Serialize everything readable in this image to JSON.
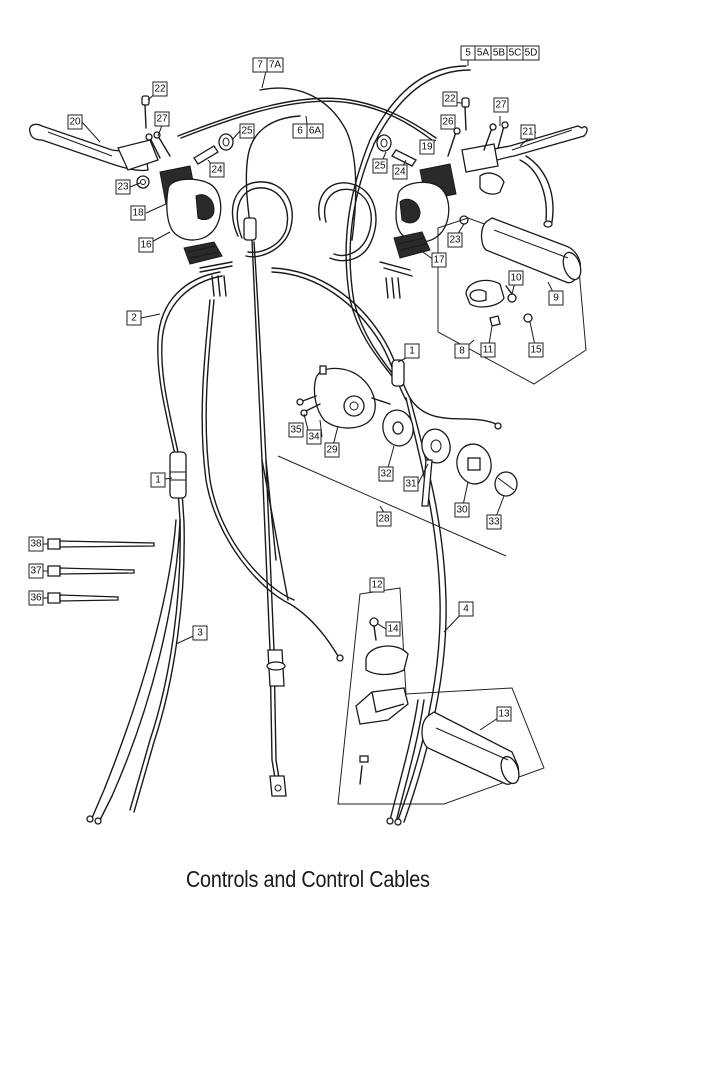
{
  "caption": "Controls and Control Cables",
  "callouts": [
    {
      "id": "c1",
      "text": "1"
    },
    {
      "id": "c1b",
      "text": "1"
    },
    {
      "id": "c2",
      "text": "2"
    },
    {
      "id": "c3",
      "text": "3"
    },
    {
      "id": "c4",
      "text": "4"
    },
    {
      "id": "c5",
      "text": "5"
    },
    {
      "id": "c5a",
      "text": "5A"
    },
    {
      "id": "c5b",
      "text": "5B"
    },
    {
      "id": "c5c",
      "text": "5C"
    },
    {
      "id": "c5d",
      "text": "5D"
    },
    {
      "id": "c6",
      "text": "6"
    },
    {
      "id": "c6a",
      "text": "6A"
    },
    {
      "id": "c7",
      "text": "7"
    },
    {
      "id": "c7a",
      "text": "7A"
    },
    {
      "id": "c8",
      "text": "8"
    },
    {
      "id": "c9",
      "text": "9"
    },
    {
      "id": "c10",
      "text": "10"
    },
    {
      "id": "c11",
      "text": "11"
    },
    {
      "id": "c12",
      "text": "12"
    },
    {
      "id": "c13",
      "text": "13"
    },
    {
      "id": "c14",
      "text": "14"
    },
    {
      "id": "c15",
      "text": "15"
    },
    {
      "id": "c16",
      "text": "16"
    },
    {
      "id": "c17",
      "text": "17"
    },
    {
      "id": "c18",
      "text": "18"
    },
    {
      "id": "c19",
      "text": "19"
    },
    {
      "id": "c20",
      "text": "20"
    },
    {
      "id": "c21",
      "text": "21"
    },
    {
      "id": "c22l",
      "text": "22"
    },
    {
      "id": "c22r",
      "text": "22"
    },
    {
      "id": "c23l",
      "text": "23"
    },
    {
      "id": "c23r",
      "text": "23"
    },
    {
      "id": "c24l",
      "text": "24"
    },
    {
      "id": "c24r",
      "text": "24"
    },
    {
      "id": "c25l",
      "text": "25"
    },
    {
      "id": "c25r",
      "text": "25"
    },
    {
      "id": "c26",
      "text": "26"
    },
    {
      "id": "c27l",
      "text": "27"
    },
    {
      "id": "c27r",
      "text": "27"
    },
    {
      "id": "c28",
      "text": "28"
    },
    {
      "id": "c29",
      "text": "29"
    },
    {
      "id": "c30",
      "text": "30"
    },
    {
      "id": "c31",
      "text": "31"
    },
    {
      "id": "c32",
      "text": "32"
    },
    {
      "id": "c33",
      "text": "33"
    },
    {
      "id": "c34",
      "text": "34"
    },
    {
      "id": "c35",
      "text": "35"
    },
    {
      "id": "c36",
      "text": "36"
    },
    {
      "id": "c37",
      "text": "37"
    },
    {
      "id": "c38",
      "text": "38"
    }
  ]
}
